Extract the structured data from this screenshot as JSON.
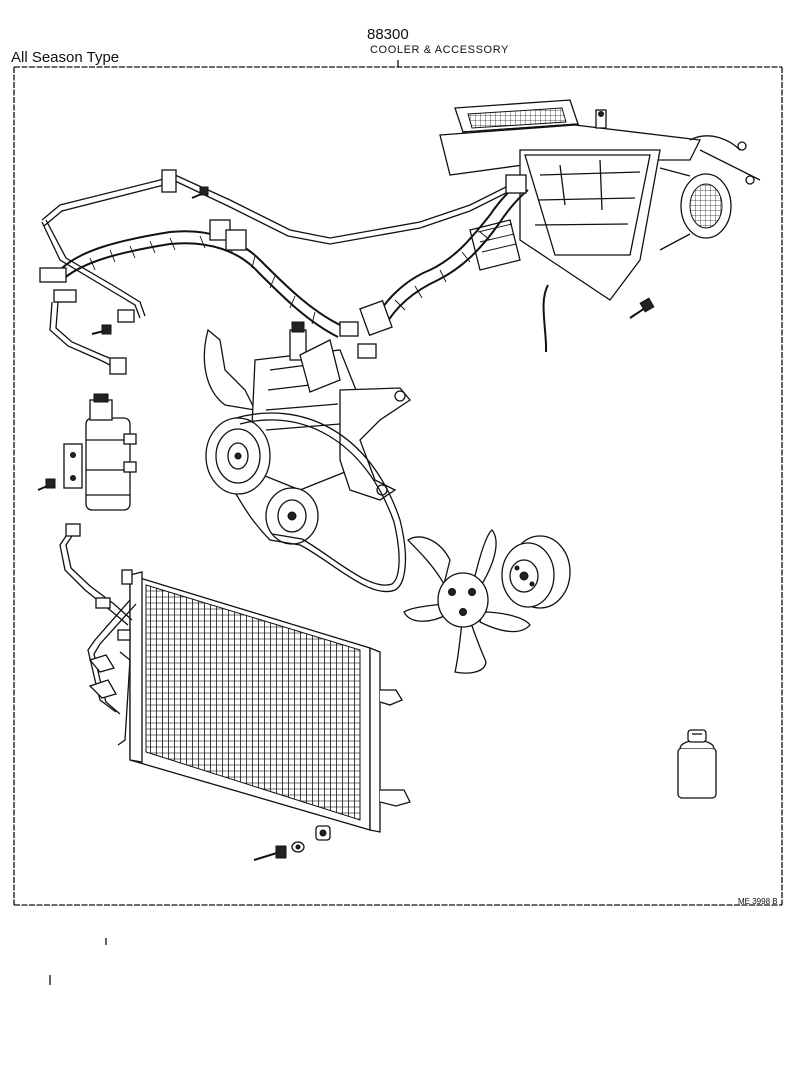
{
  "header": {
    "part_number": "88300",
    "section_title": "COOLER & ACCESSORY",
    "variant": "All Season Type"
  },
  "footer": {
    "drawing_code": "ME 3998 B"
  },
  "components": [
    "cooling-unit-icon",
    "refrigerant-hoses-icon",
    "receiver-dryer-icon",
    "compressor-icon",
    "fan-icon",
    "pulley-icon",
    "condenser-icon",
    "refrigerant-can-icon"
  ]
}
